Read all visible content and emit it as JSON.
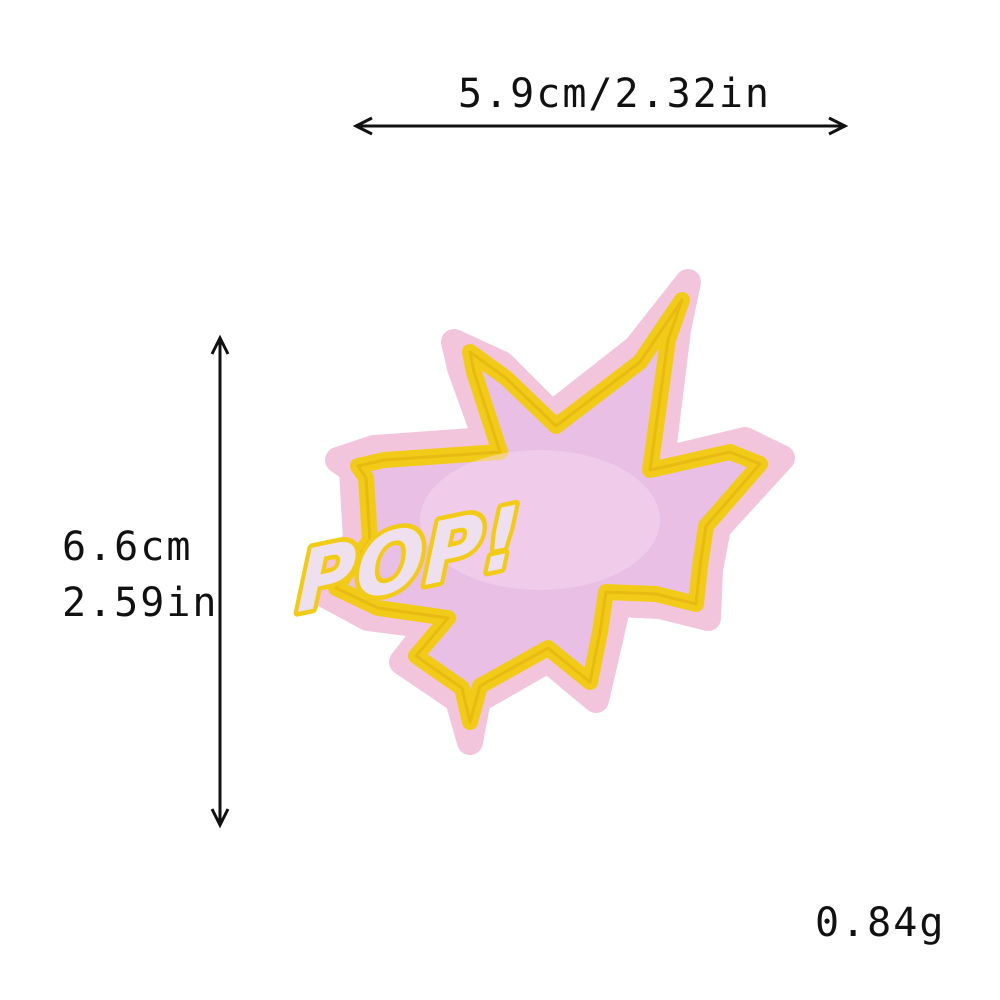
{
  "measurements": {
    "width_label": "5.9cm/2.32in",
    "height_cm_label": "6.6cm",
    "height_in_label": "2.59in",
    "weight_label": "0.84g"
  },
  "patch": {
    "text": "POP!",
    "colors": {
      "fill": "#f4c6dd",
      "border": "#f0c81a",
      "text": "#f3cf15"
    }
  },
  "icons": {
    "width_arrow": "double-arrow-horizontal-icon",
    "height_arrow": "double-arrow-vertical-icon"
  }
}
